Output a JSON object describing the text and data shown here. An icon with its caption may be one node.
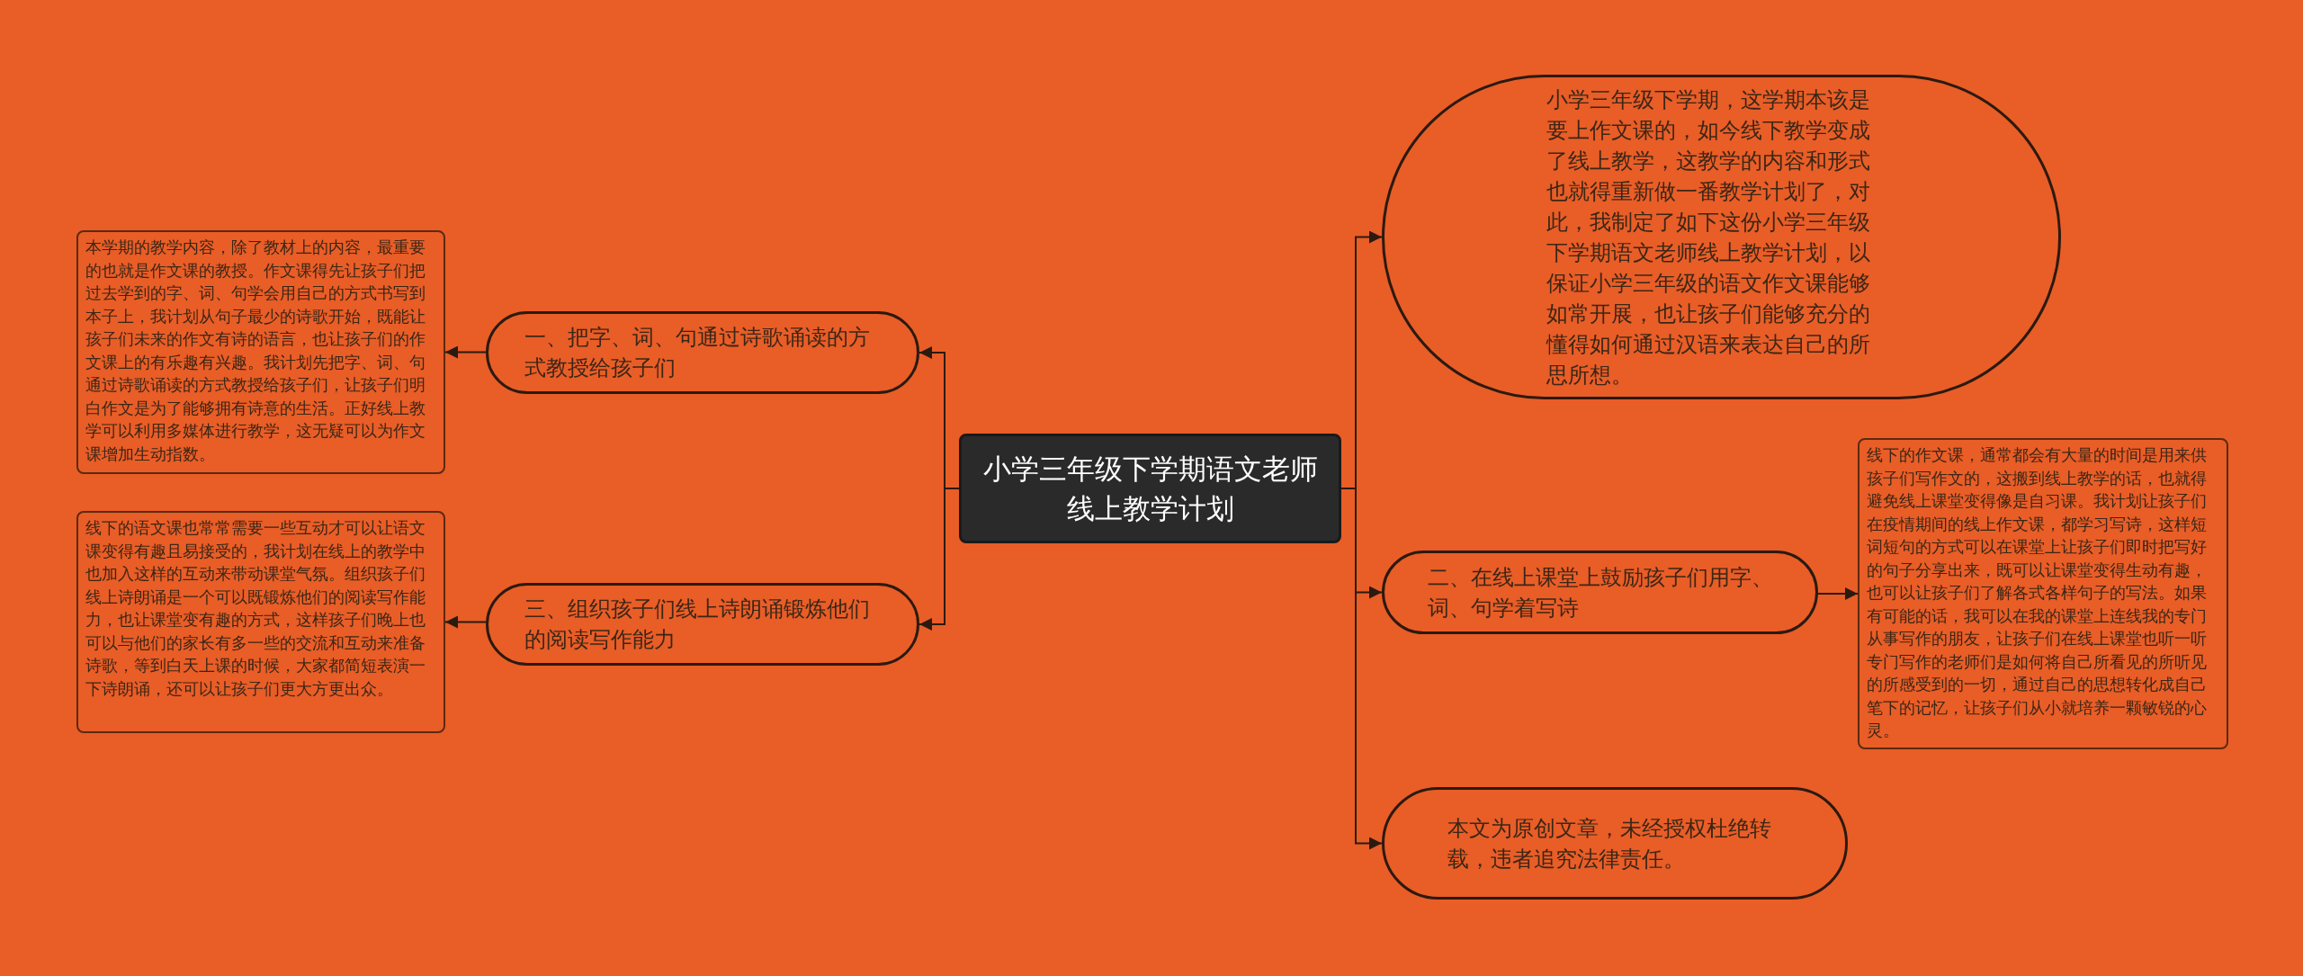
{
  "diagram": {
    "nodes": [
      {
        "text": [
          "小学三年级下学期语文老师线上教学计划"
        ]
      },
      {
        "text": [
          "一、把字、词、句通过诗歌诵读的方式教授给孩子们"
        ]
      },
      {
        "text": [
          "本学期的教学内容，除了教材上的内容，最重要的也就是作文课的教授。作文课得先让孩子们把过去学到的字、词、句学会用自己的方式书写到本子上，我计划从句子最少的诗歌开始，既能让孩子们未来的作文有诗的语言，也让孩子们的作文课上的有乐趣有兴趣。我计划先把字、词、句通过诗歌诵读的方式教授给孩子们，让孩子们明白作文是为了能够拥有诗意的生活。正好线上教学可以利用多媒体进行教学，这无疑可以为作文课增加生动指数。"
        ]
      },
      {
        "text": [
          "三、组织孩子们线上诗朗诵锻炼他们的阅读写作能力"
        ]
      },
      {
        "text": [
          "线下的语文课也常常需要一些互动才可以让语文课变得有趣且易接受的，我计划在线上的教学中也加入这样的互动来带动课堂气氛。组织孩子们线上诗朗诵是一个可以既锻炼他们的阅读写作能力，也让课堂变有趣的方式，这样孩子们晚上也可以与他们的家长有多一些的交流和互动来准备诗歌，等到白天上课的时候，大家都简短表演一下诗朗诵，还可以让孩子们更大方更出众。"
        ]
      },
      {
        "text": [
          "小学三年级下学期，这学期本该是要上作文课的，如今线下教学变成了线上教学，这教学的内容和形式也就得重新做一番教学计划了，对此，我制定了如下这份小学三年级下学期语文老师线上教学计划，以保证小学三年级的语文作文课能够如常开展，也让孩子们能够充分的懂得如何通过汉语来表达自己的所思所想。"
        ]
      },
      {
        "text": [
          "二、在线上课堂上鼓励孩子们用字、词、句学着写诗"
        ]
      },
      {
        "text": [
          "线下的作文课，通常都会有大量的时间是用来供孩子们写作文的，这搬到线上教学的话，也就得避免线上课堂变得像是自习课。我计划让孩子们在疫情期间的线上作文课，都学习写诗，这样短词短句的方式可以在课堂上让孩子们即时把写好的句子分享出来，既可以让课堂变得生动有趣，也可以让孩子们了解各式各样句子的写法。如果有可能的话，我可以在我的课堂上连线我的专门从事写作的朋友，让孩子们在线上课堂也听一听专门写作的老师们是如何将自己所看见的所听见的所感受到的一切，通过自己的思想转化成自己笔下的记忆，让孩子们从小就培养一颗敏锐的心灵。"
        ]
      },
      {
        "text": [
          "本文为原创文章，未经授权杜绝转载，违者追究法律责任。"
        ]
      }
    ],
    "edges": [
      {
        "from": 0,
        "to": 1,
        "arrow": "to"
      },
      {
        "from": 1,
        "to": 2,
        "arrow": "to"
      },
      {
        "from": 0,
        "to": 3,
        "arrow": "to"
      },
      {
        "from": 3,
        "to": 4,
        "arrow": "to"
      },
      {
        "from": 0,
        "to": 5,
        "arrow": "to"
      },
      {
        "from": 0,
        "to": 6,
        "arrow": "to"
      },
      {
        "from": 6,
        "to": 7,
        "arrow": "to"
      },
      {
        "from": 0,
        "to": 8,
        "arrow": "to"
      }
    ]
  }
}
